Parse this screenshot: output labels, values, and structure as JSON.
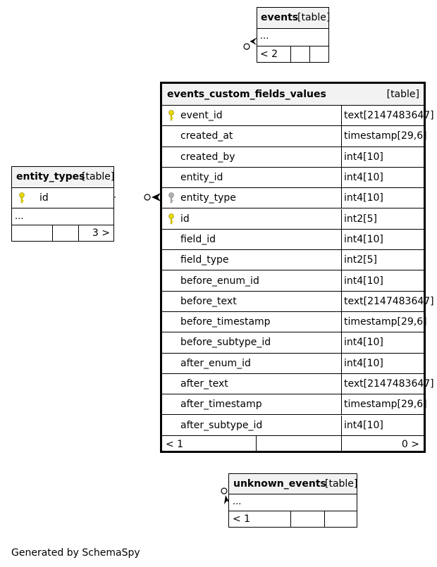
{
  "diagram": {
    "events_table": {
      "name": "events",
      "kind": "[table]",
      "ellipsis": "...",
      "footer": "< 2"
    },
    "main_table": {
      "name": "events_custom_fields_values",
      "kind": "[table]",
      "columns": [
        {
          "name": "event_id",
          "type": "text[2147483647]",
          "key": "primary"
        },
        {
          "name": "created_at",
          "type": "timestamp[29,6]",
          "key": ""
        },
        {
          "name": "created_by",
          "type": "int4[10]",
          "key": ""
        },
        {
          "name": "entity_id",
          "type": "int4[10]",
          "key": ""
        },
        {
          "name": "entity_type",
          "type": "int4[10]",
          "key": "foreign"
        },
        {
          "name": "id",
          "type": "int2[5]",
          "key": "primary"
        },
        {
          "name": "field_id",
          "type": "int4[10]",
          "key": ""
        },
        {
          "name": "field_type",
          "type": "int2[5]",
          "key": ""
        },
        {
          "name": "before_enum_id",
          "type": "int4[10]",
          "key": ""
        },
        {
          "name": "before_text",
          "type": "text[2147483647]",
          "key": ""
        },
        {
          "name": "before_timestamp",
          "type": "timestamp[29,6]",
          "key": ""
        },
        {
          "name": "before_subtype_id",
          "type": "int4[10]",
          "key": ""
        },
        {
          "name": "after_enum_id",
          "type": "int4[10]",
          "key": ""
        },
        {
          "name": "after_text",
          "type": "text[2147483647]",
          "key": ""
        },
        {
          "name": "after_timestamp",
          "type": "timestamp[29,6]",
          "key": ""
        },
        {
          "name": "after_subtype_id",
          "type": "int4[10]",
          "key": ""
        }
      ],
      "footer_left": "< 1",
      "footer_right": "0 >"
    },
    "entity_types_table": {
      "name": "entity_types",
      "kind": "[table]",
      "column": {
        "name": "id",
        "key": "primary"
      },
      "ellipsis": "...",
      "footer": "3 >"
    },
    "unknown_events_table": {
      "name": "unknown_events",
      "kind": "[table]",
      "ellipsis": "...",
      "footer": "< 1"
    },
    "colors": {
      "primary_key": "#e8d800",
      "foreign_key": "#b0b0b0",
      "header_bg": "#f2f2f2"
    }
  },
  "credit": "Generated by SchemaSpy"
}
